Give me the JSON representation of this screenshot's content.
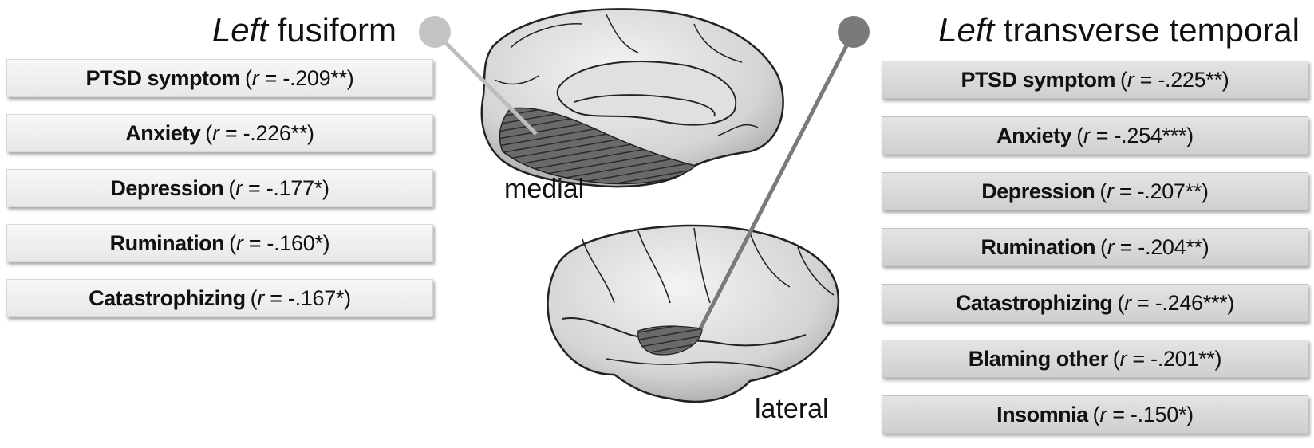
{
  "left_panel": {
    "title_italic": "Left",
    "title_rest": " fusiform",
    "items": [
      {
        "label": "PTSD symptom",
        "stat_pre": "(",
        "r_symbol": "r",
        "stat_val": " = -.209**)"
      },
      {
        "label": "Anxiety",
        "stat_pre": "(",
        "r_symbol": "r",
        "stat_val": " = -.226**)"
      },
      {
        "label": "Depression",
        "stat_pre": "(",
        "r_symbol": "r",
        "stat_val": " = -.177*)"
      },
      {
        "label": "Rumination",
        "stat_pre": "(",
        "r_symbol": "r",
        "stat_val": " = -.160*)"
      },
      {
        "label": "Catastrophizing",
        "stat_pre": "(",
        "r_symbol": "r",
        "stat_val": " = -.167*)"
      }
    ]
  },
  "right_panel": {
    "title_italic": "Left",
    "title_rest": " transverse temporal",
    "items": [
      {
        "label": "PTSD symptom",
        "stat_pre": "(",
        "r_symbol": "r",
        "stat_val": " = -.225**)"
      },
      {
        "label": "Anxiety",
        "stat_pre": "(",
        "r_symbol": "r",
        "stat_val": " = -.254***)"
      },
      {
        "label": "Depression",
        "stat_pre": "(",
        "r_symbol": "r",
        "stat_val": " = -.207**)"
      },
      {
        "label": "Rumination",
        "stat_pre": "(",
        "r_symbol": "r",
        "stat_val": " = -.204**)"
      },
      {
        "label": "Catastrophizing",
        "stat_pre": "(",
        "r_symbol": "r",
        "stat_val": " = -.246***)"
      },
      {
        "label": "Blaming other",
        "stat_pre": "(",
        "r_symbol": "r",
        "stat_val": " = -.201**)"
      },
      {
        "label": "Insomnia",
        "stat_pre": "(",
        "r_symbol": "r",
        "stat_val": " = -.150*)"
      }
    ]
  },
  "brain_views": {
    "medial_label": "medial",
    "lateral_label": "lateral"
  },
  "colors": {
    "left_marker": "#c4c4c4",
    "right_marker": "#7a7a7a",
    "brain_fill": "#d6d6d6",
    "hatch_region": "#555555"
  }
}
